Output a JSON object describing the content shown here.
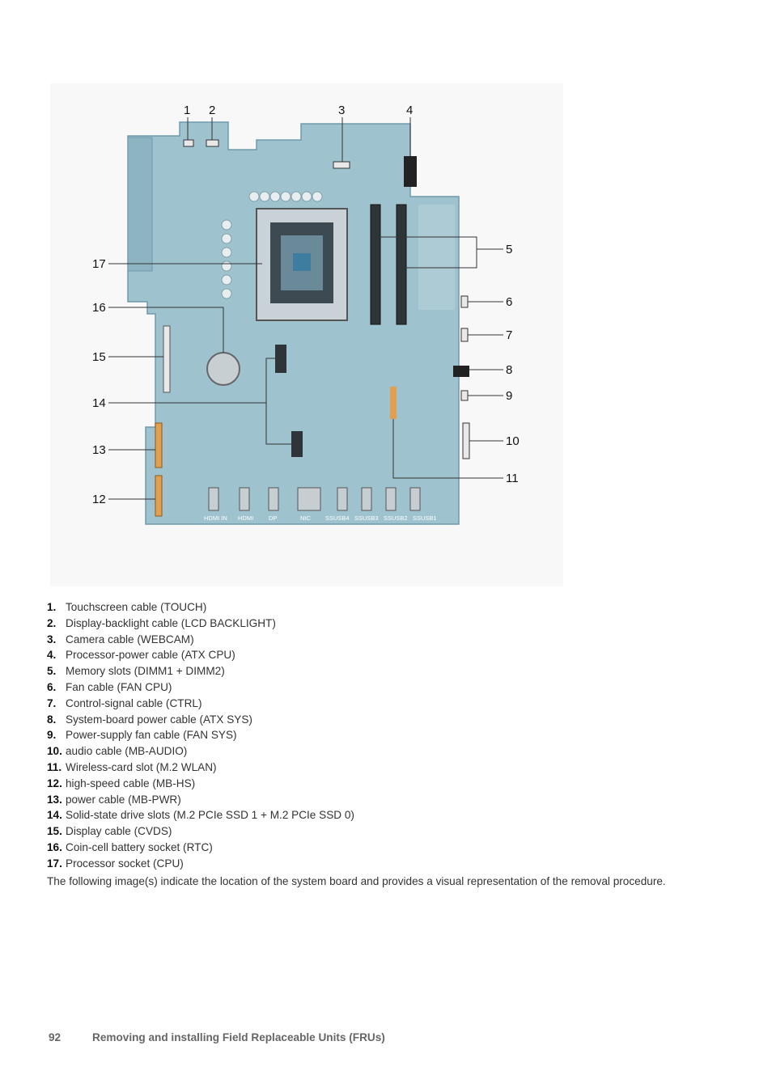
{
  "figure": {
    "board_silkscreen": [
      "HDMI IN",
      "HDMI",
      "DP",
      "NIC",
      "SSUSB4",
      "SSUSB3",
      "SSUSB2",
      "SSUSB1"
    ],
    "callouts": [
      "1",
      "2",
      "3",
      "4",
      "5",
      "6",
      "7",
      "8",
      "9",
      "10",
      "11",
      "12",
      "13",
      "14",
      "15",
      "16",
      "17"
    ],
    "colors": {
      "board": "#9ec3cf",
      "board_dark": "#7aa6b6",
      "background": "#f8f8f8",
      "connector_orange": "#e0a050"
    }
  },
  "legend": [
    {
      "num": "1.",
      "text": "Touchscreen cable (TOUCH)"
    },
    {
      "num": "2.",
      "text": "Display-backlight cable (LCD BACKLIGHT)"
    },
    {
      "num": "3.",
      "text": "Camera cable (WEBCAM)"
    },
    {
      "num": "4.",
      "text": "Processor-power cable (ATX CPU)"
    },
    {
      "num": "5.",
      "text": "Memory slots (DIMM1 + DIMM2)"
    },
    {
      "num": "6.",
      "text": "Fan cable (FAN CPU)"
    },
    {
      "num": "7.",
      "text": "Control-signal cable (CTRL)"
    },
    {
      "num": "8.",
      "text": "System-board power cable (ATX SYS)"
    },
    {
      "num": "9.",
      "text": "Power-supply fan cable (FAN SYS)"
    },
    {
      "num": "10.",
      "text": "audio cable (MB-AUDIO)"
    },
    {
      "num": "11.",
      "text": "Wireless-card slot (M.2 WLAN)"
    },
    {
      "num": "12.",
      "text": "high-speed cable (MB-HS)"
    },
    {
      "num": "13.",
      "text": "power cable (MB-PWR)"
    },
    {
      "num": "14.",
      "text": "Solid-state drive slots (M.2 PCIe SSD 1 + M.2 PCIe SSD 0)"
    },
    {
      "num": "15.",
      "text": "Display cable (CVDS)"
    },
    {
      "num": "16.",
      "text": "Coin-cell battery socket (RTC)"
    },
    {
      "num": "17.",
      "text": "Processor socket (CPU)"
    }
  ],
  "paragraph": "The following image(s) indicate the location of the system board and provides a visual representation of the removal procedure.",
  "footer": {
    "page_number": "92",
    "section_title": "Removing and installing Field Replaceable Units (FRUs)"
  }
}
